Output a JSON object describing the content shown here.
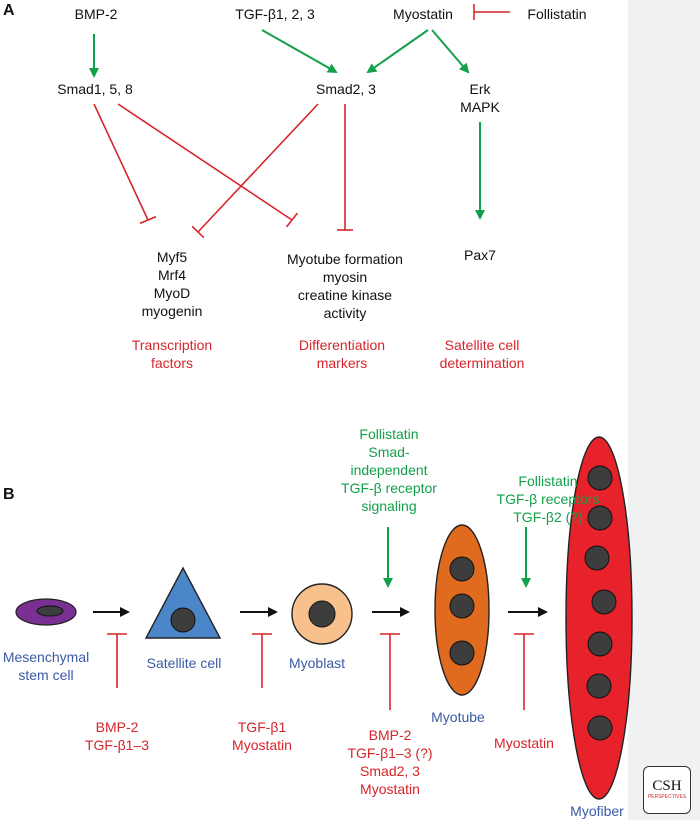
{
  "panel_a": {
    "label": "A",
    "top_row": [
      "BMP-2",
      "TGF-β1, 2, 3",
      "Myostatin",
      "Follistatin"
    ],
    "smad158": "Smad1, 5, 8",
    "smad23": "Smad2, 3",
    "erk": [
      "Erk",
      "MAPK"
    ],
    "targets": {
      "tf": [
        "Myf5",
        "Mrf4",
        "MyoD",
        "myogenin"
      ],
      "diff": [
        "Myotube formation",
        "myosin",
        "creatine kinase",
        "activity"
      ],
      "pax7": "Pax7"
    },
    "categories": [
      [
        "Transcription",
        "factors"
      ],
      [
        "Differentiation",
        "markers"
      ],
      [
        "Satellite cell",
        "determination"
      ]
    ]
  },
  "panel_b": {
    "label": "B",
    "cells": {
      "msc": [
        "Mesenchymal",
        "stem cell"
      ],
      "satellite": "Satellite cell",
      "myoblast": "Myoblast",
      "myotube": "Myotube",
      "myofiber": "Myofiber"
    },
    "promoters_1": [
      "Follistatin",
      "Smad-",
      "independent",
      "TGF-β receptor",
      "signaling"
    ],
    "promoters_2": [
      "Follistatin",
      "TGF-β receptors",
      "TGF-β2 (?)"
    ],
    "inhibitors": [
      [
        "BMP-2",
        "TGF-β1–3"
      ],
      [
        "TGF-β1",
        "Myostatin"
      ],
      [
        "BMP-2",
        "TGF-β1–3 (?)",
        "Smad2, 3",
        "Myostatin"
      ],
      [
        "Myostatin"
      ]
    ]
  },
  "logo": {
    "text": "CSH",
    "subtext": "PERSPECTIVES"
  },
  "colors": {
    "activate": "#12a04a",
    "inhibit": "#d6252b",
    "cell_label": "#3a5aa6",
    "satellite": "#4a86c8",
    "myoblast": "#f7c08c",
    "myotube": "#e06b1e",
    "myofiber": "#e8222a",
    "msc": "#7a2f93",
    "nucleus": "#3d3d3d"
  }
}
